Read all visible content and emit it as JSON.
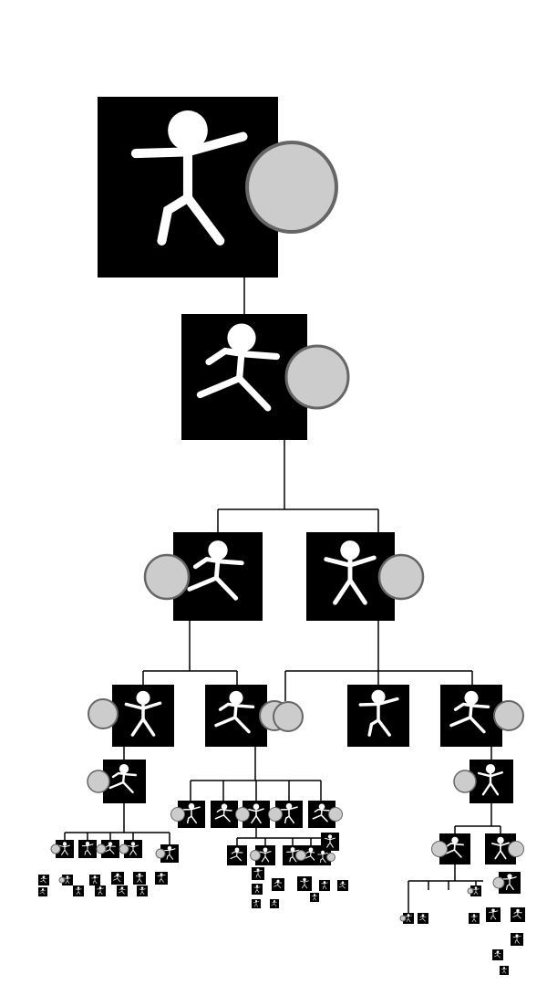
{
  "diagram": {
    "type": "tree",
    "node_style": "stick-figure-on-black-square",
    "levels_clearly_visible": 5,
    "colors": {
      "background": "#ffffff",
      "node_fill": "#000000",
      "figure": "#ffffff",
      "marker_fill": "#cccccc",
      "marker_stroke": "#666666",
      "edge": "#000000"
    }
  }
}
